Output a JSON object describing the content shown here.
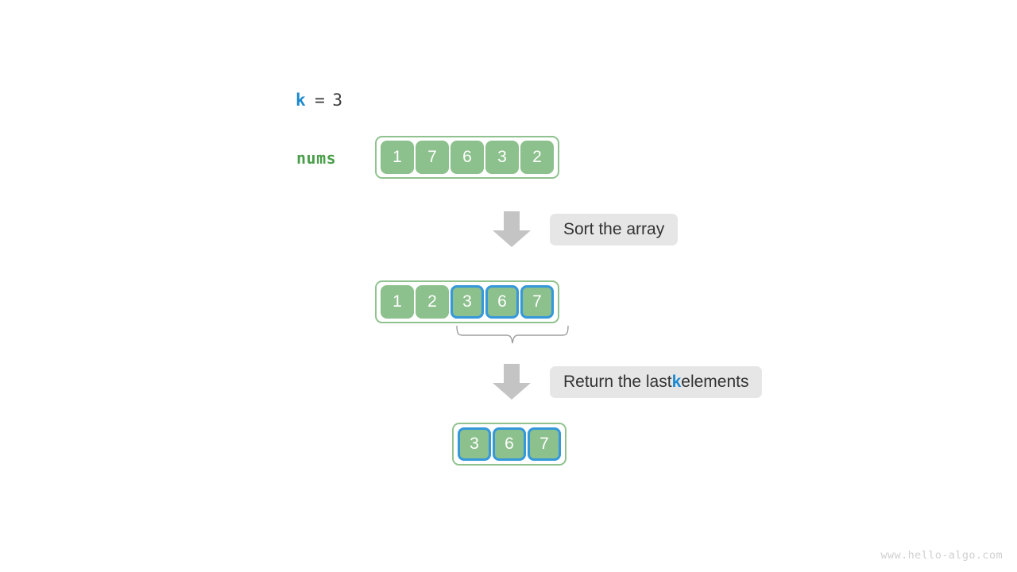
{
  "diagram": {
    "variable": {
      "name": "k",
      "equals": "=",
      "value": "3"
    },
    "input_label": "nums",
    "arrays": {
      "input": {
        "values": [
          "1",
          "7",
          "6",
          "3",
          "2"
        ],
        "highlighted": [
          false,
          false,
          false,
          false,
          false
        ]
      },
      "sorted": {
        "values": [
          "1",
          "2",
          "3",
          "6",
          "7"
        ],
        "highlighted": [
          false,
          false,
          true,
          true,
          true
        ]
      },
      "result": {
        "values": [
          "3",
          "6",
          "7"
        ],
        "highlighted": [
          true,
          true,
          true
        ]
      }
    },
    "steps": [
      {
        "label": "Sort the array",
        "icon": "down-arrow-icon"
      },
      {
        "label_prefix": "Return the last ",
        "label_var": "k",
        "label_suffix": " elements",
        "icon": "down-arrow-icon"
      }
    ],
    "brace": {
      "name": "last-k-brace"
    },
    "watermark": "www.hello-algo.com",
    "colors": {
      "cell_fill": "#8cc08c",
      "cell_border_highlight": "#3498db",
      "array_border": "#8fc28f",
      "label_green": "#4a9e4a",
      "variable_blue": "#1f8ad0",
      "arrow_gray": "#c4c4c4",
      "step_box_bg": "#e6e6e6",
      "text_dark": "#333333",
      "watermark_gray": "#d0d0d0"
    }
  }
}
